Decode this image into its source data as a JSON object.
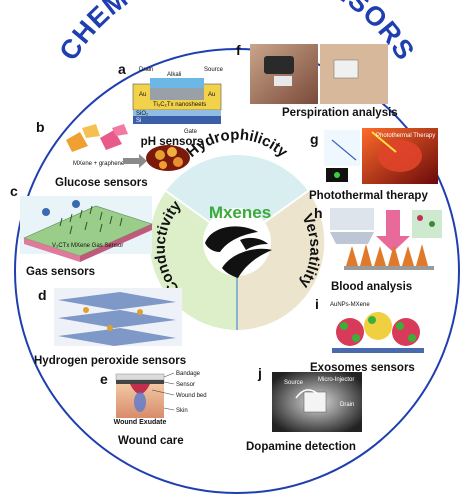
{
  "title": "CHEMO- AND BIO-SENSORS",
  "center": {
    "label": "Mxenes",
    "segments": {
      "top": "Hydrophilicity",
      "left": "Conductivity",
      "right": "Versatility"
    }
  },
  "panels": {
    "a": {
      "letter": "a",
      "label": "pH sensors",
      "details": {
        "drain": "Drain",
        "source": "Source",
        "alkali": "Alkali",
        "au_left": "Au",
        "au_right": "Au",
        "channel": "Ti₃C₂Tx nanosheets",
        "sio2": "SiO₂",
        "si": "Si",
        "gate": "Gate"
      }
    },
    "b": {
      "letter": "b",
      "label": "Glucose sensors",
      "details": {
        "composite": "MXene + graphene"
      }
    },
    "c": {
      "letter": "c",
      "label": "Gas sensors",
      "details": {
        "device": "V₂CTx MXene Gas Sensor"
      }
    },
    "d": {
      "letter": "d",
      "label": "Hydrogen peroxide sensors"
    },
    "e": {
      "letter": "e",
      "label": "Wound care",
      "details": {
        "layers": [
          "Bandage",
          "Sensor",
          "Wound bed",
          "Skin"
        ],
        "exudate": "Wound Exudate"
      }
    },
    "f": {
      "letter": "f",
      "label": "Perspiration analysis"
    },
    "g": {
      "letter": "g",
      "label": "Photothermal therapy",
      "details": {
        "inset": "Photothermal Therapy"
      }
    },
    "h": {
      "letter": "h",
      "label": "Blood analysis"
    },
    "i": {
      "letter": "i",
      "label": "Exosomes sensors",
      "details": {
        "probe": "AuNPs-MXene"
      }
    },
    "j": {
      "letter": "j",
      "label": "Dopamine detection",
      "details": {
        "source": "Source",
        "injector": "Micro-Injector",
        "drain": "Drain"
      }
    }
  },
  "colors": {
    "title": "#1f3fb0",
    "circle_border": "#1f3fb0",
    "seg_top": "#d8eef0",
    "seg_left": "#dcefc9",
    "seg_right": "#ece4cc",
    "center_text": "#3aaa3a"
  }
}
